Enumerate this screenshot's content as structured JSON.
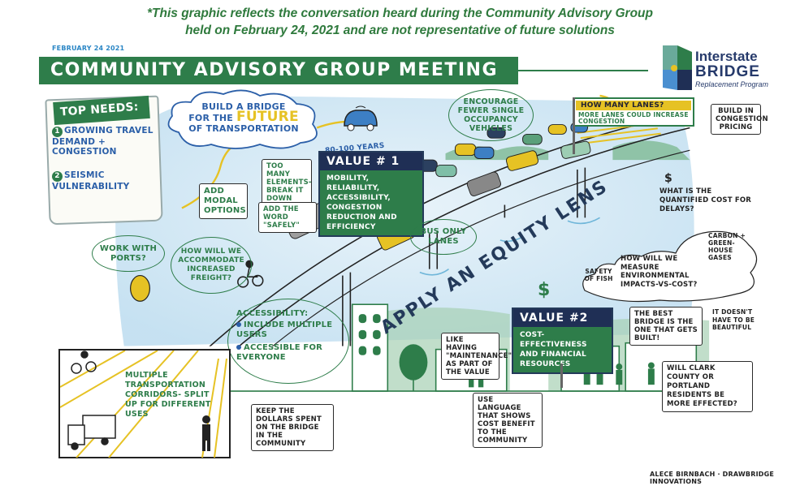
{
  "disclaimer": {
    "line1": "*This graphic reflects the conversation heard during the Community Advisory Group",
    "line2": "held on February 24, 2021 and are not representative of future solutions"
  },
  "header": {
    "date": "FEBRUARY 24 2021",
    "title": "COMMUNITY ADVISORY GROUP MEETING"
  },
  "logo": {
    "line1": "Interstate",
    "line2": "BRIDGE",
    "line3": "Replacement Program"
  },
  "top_needs": {
    "heading": "TOP NEEDS:",
    "items": [
      {
        "num": "1",
        "text": "GROWING TRAVEL DEMAND + CONGESTION"
      },
      {
        "num": "2",
        "text": "SEISMIC VULNERABILITY"
      }
    ]
  },
  "future_cloud": {
    "line1": "BUILD A BRIDGE",
    "line2": "FOR THE",
    "highlight": "FUTURE",
    "line3": "OF TRANSPORTATION",
    "years": "80-100 YEARS"
  },
  "value1": {
    "title": "VALUE # 1",
    "body": "MOBILITY, RELIABILITY, ACCESSIBILITY, CONGESTION REDUCTION AND EFFICIENCY"
  },
  "value2": {
    "title": "VALUE #2",
    "body": "COST-EFFECTIVENESS AND FINANCIAL RESOURCES"
  },
  "notes": {
    "too_many": "TOO MANY ELEMENTS- BREAK IT DOWN",
    "add_word": "ADD THE WORD \"SAFELY\"",
    "add_modal": "ADD MODAL OPTIONS",
    "encourage": "ENCOURAGE FEWER SINGLE OCCUPANCY VEHICLES",
    "build_pricing": "BUILD IN CONGESTION PRICING",
    "work_ports": "WORK WITH PORTS?",
    "freight": "HOW WILL WE ACCOMMODATE INCREASED FREIGHT?",
    "bus_lanes": "BUS ONLY LANES",
    "equity": "APPLY AN EQUITY LENS",
    "delays": "WHAT IS THE QUANTIFIED COST FOR DELAYS?",
    "carbon": "CARBON + GREEN- HOUSE GASES",
    "environment": "HOW WILL WE MEASURE ENVIRONMENTAL IMPACTS-VS-COST?",
    "fish": "SAFETY OF FISH",
    "best_bridge": "THE BEST BRIDGE IS THE ONE THAT GETS BUILT!",
    "beautiful": "IT DOESN'T HAVE TO BE BEAUTIFUL",
    "maintenance": "LIKE HAVING \"MAINTENANCE\" AS PART OF THE VALUE",
    "clark": "WILL CLARK COUNTY OR PORTLAND RESIDENTS BE MORE EFFECTED?",
    "dollars": "KEEP THE DOLLARS SPENT ON THE BRIDGE IN THE COMMUNITY",
    "language": "USE LANGUAGE THAT SHOWS COST BENEFIT TO THE COMMUNITY",
    "corridors": "MULTIPLE TRANSPORTATION CORRIDORS- SPLIT UP FOR DIFFERENT USES"
  },
  "lanes_sign": {
    "title": "HOW MANY LANES?",
    "body": "MORE LANES COULD INCREASE CONGESTION"
  },
  "accessibility": {
    "heading": "ACCESSIBILITY:",
    "items": [
      "INCLUDE MULTIPLE USERS",
      "ACCESSIBLE FOR EVERYONE"
    ]
  },
  "symbols": {
    "dollar": "$"
  },
  "credit": "ALECE BIRNBACH · DRAWBRIDGE INNOVATIONS",
  "colors": {
    "green": "#2e7d4a",
    "navy": "#1f2f55",
    "blue": "#2b5fa8",
    "yellow": "#e6c224",
    "sky": "#cfe6f3"
  }
}
